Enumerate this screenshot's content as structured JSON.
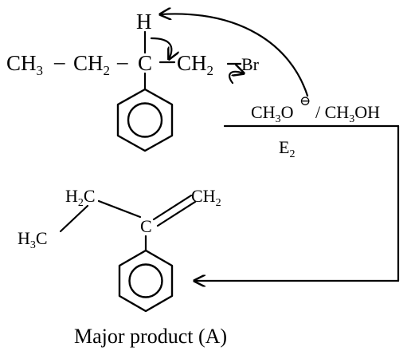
{
  "reactant": {
    "h_label": "H",
    "c_label": "C",
    "ch3": "CH",
    "ch3_sub": "3",
    "ch2_left": "CH",
    "ch2_left_sub": "2",
    "ch2_right": "CH",
    "ch2_right_sub": "2",
    "dash1": "–",
    "dash2": "–",
    "br_label": "Br"
  },
  "reagent": {
    "methoxide": "CH",
    "methoxide_sub": "3",
    "methoxide_o": "O",
    "minus": "⊖",
    "slash": "/ CH",
    "methanol_sub": "3",
    "methanol_oh": "OH",
    "mechanism": "E",
    "mechanism_sub": "2"
  },
  "product": {
    "h2c": "H",
    "h2c_sub": "2",
    "h2c_c": "C",
    "h3c": "H",
    "h3c_sub": "3",
    "h3c_c": "C",
    "c_label": "C",
    "ch2": "CH",
    "ch2_sub": "2",
    "caption": "Major product (A)"
  }
}
